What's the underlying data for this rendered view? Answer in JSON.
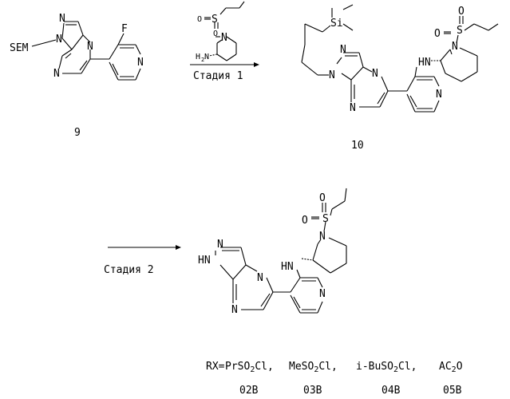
{
  "scheme": {
    "compound_9": {
      "number": "9",
      "atoms": {
        "n1": "N",
        "n2": "N",
        "n4": "N",
        "n7": "N",
        "sem": "SEM",
        "f": "F",
        "npy": "N"
      }
    },
    "reagent": {
      "s": "S",
      "o1": "O",
      "o2": "O",
      "n": "N",
      "h": "H",
      "n_sub": "2",
      "n_amine": "N"
    },
    "step1_label": "Стадия 1",
    "compound_10": {
      "number": "10",
      "atoms": {
        "si": "Si",
        "n1": "N",
        "n2": "N",
        "n4": "N",
        "n7": "N",
        "hn": "HN",
        "npy": "N",
        "s": "S",
        "o1": "O",
        "o2": "O",
        "npip": "N"
      }
    },
    "step2_label": "Стадия 2",
    "product": {
      "atoms": {
        "hn": "HN",
        "n2": "N",
        "n4": "N",
        "n7": "N",
        "hn_amine": "HN",
        "npy": "N",
        "s": "S",
        "o1": "O",
        "o2": "O",
        "npip": "N"
      }
    },
    "footer": {
      "rx_label": "RX=",
      "reagents": [
        {
          "pre": "PrSO",
          "sub": "2",
          "post": "Cl,",
          "code": "02B"
        },
        {
          "pre": "MeSO",
          "sub": "2",
          "post": "Cl,",
          "code": "03B"
        },
        {
          "pre": "i-BuSO",
          "sub": "2",
          "post": "Cl,",
          "code": "04B"
        },
        {
          "pre": "AC",
          "sub": "2",
          "post": "O",
          "code": "05B"
        }
      ]
    }
  }
}
